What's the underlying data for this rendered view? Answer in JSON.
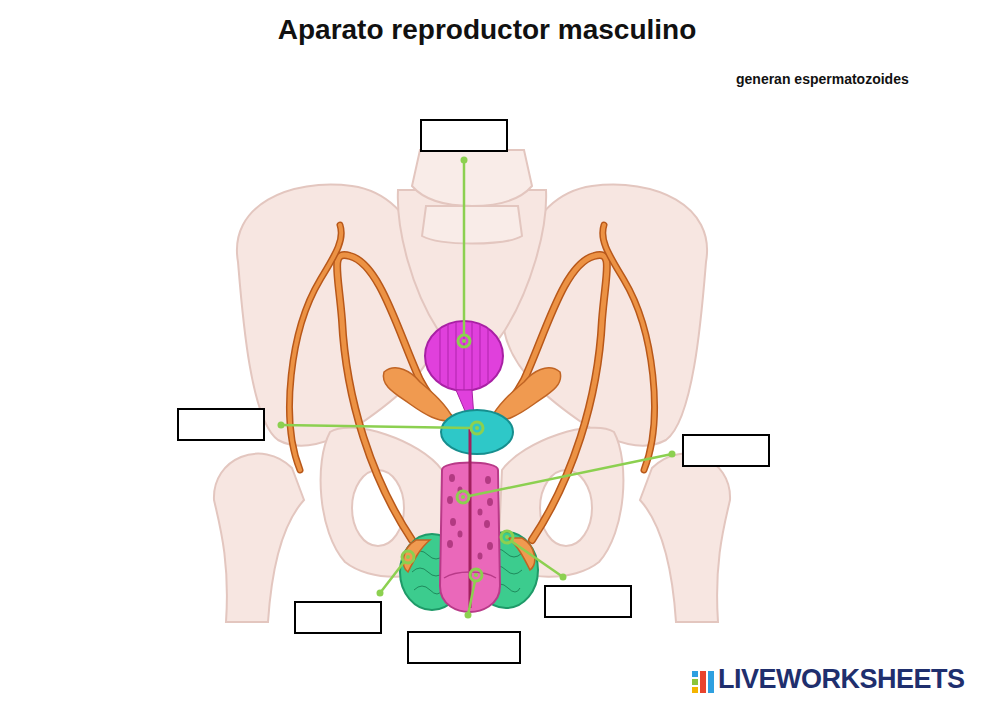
{
  "diagram": {
    "title": "Aparato reproductor masculino",
    "labels": [
      "generan espermatozoides",
      "LIVEWORKSHEETS"
    ]
  }
}
